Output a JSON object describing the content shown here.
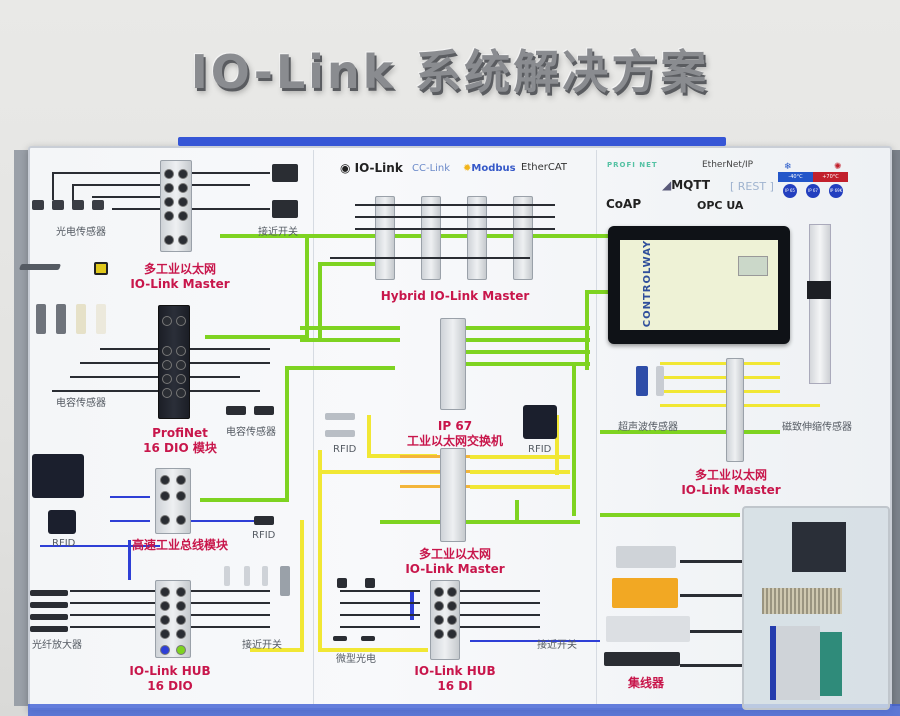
{
  "wall": {
    "title": "IO-Link 系统解决方案"
  },
  "protocol_logos": {
    "fieldbus": [
      "IO-Link",
      "CC-Link",
      "Modbus",
      "EtherCAT"
    ],
    "profinet": "PROFI NET",
    "ethernet_ip": "EtherNet/IP",
    "mqtt": "MQTT",
    "rest": "[ REST ]",
    "coap": "CoAP",
    "opc_ua": "OPC UA"
  },
  "climate_badge": {
    "cold_label": "-40°C",
    "hot_label": "+70°C",
    "ratings": [
      "IP 65",
      "IP 67",
      "IP 69K"
    ],
    "colors": {
      "cold": "#2356c9",
      "hot": "#c2202c",
      "rating": "#233fbf"
    }
  },
  "hmi": {
    "brand": "CONTROLWAY"
  },
  "sections": {
    "multi_ethernet_master_top": {
      "line1": "多工业以太网",
      "line2": "IO-Link Master"
    },
    "profinet_module": {
      "line1": "ProfiNet",
      "line2": "16 DIO 模块"
    },
    "fieldbus_module": {
      "line1": "高速工业总线模块"
    },
    "iolink_hub_dio": {
      "line1": "IO-Link HUB",
      "line2": "16 DIO"
    },
    "hybrid_master": {
      "line1": "Hybrid IO-Link Master"
    },
    "ip67_switch": {
      "line1": "IP 67",
      "line2": "工业以太网交换机"
    },
    "multi_ethernet_master_center": {
      "line1": "多工业以太网",
      "line2": "IO-Link Master"
    },
    "iolink_hub_di": {
      "line1": "IO-Link HUB",
      "line2": "16 DI"
    },
    "multi_ethernet_master_right": {
      "line1": "多工业以太网",
      "line2": "IO-Link Master"
    },
    "hub_group": {
      "line1": "集线器"
    }
  },
  "device_labels": {
    "photoelectric": "光电传感器",
    "proximity_top": "接近开关",
    "capacitive_left": "电容传感器",
    "capacitive_right": "电容传感器",
    "rfid_left": "RFID",
    "rfid_module": "RFID",
    "rfid_switch_left": "RFID",
    "rfid_switch_right": "RFID",
    "fiber_amp": "光纤放大器",
    "proximity_hub": "接近开关",
    "micro_photo": "微型光电",
    "proximity_di": "接近开关",
    "ultrasonic": "超声波传感器",
    "magnetostrictive": "磁致伸缩传感器"
  },
  "colors": {
    "label_red": "#c8164b",
    "profinet_green": "#7ed321",
    "ethernet_yellow": "#f1e734",
    "bus_blue": "#2e3fd6",
    "rail_blue": "#3656d6"
  }
}
